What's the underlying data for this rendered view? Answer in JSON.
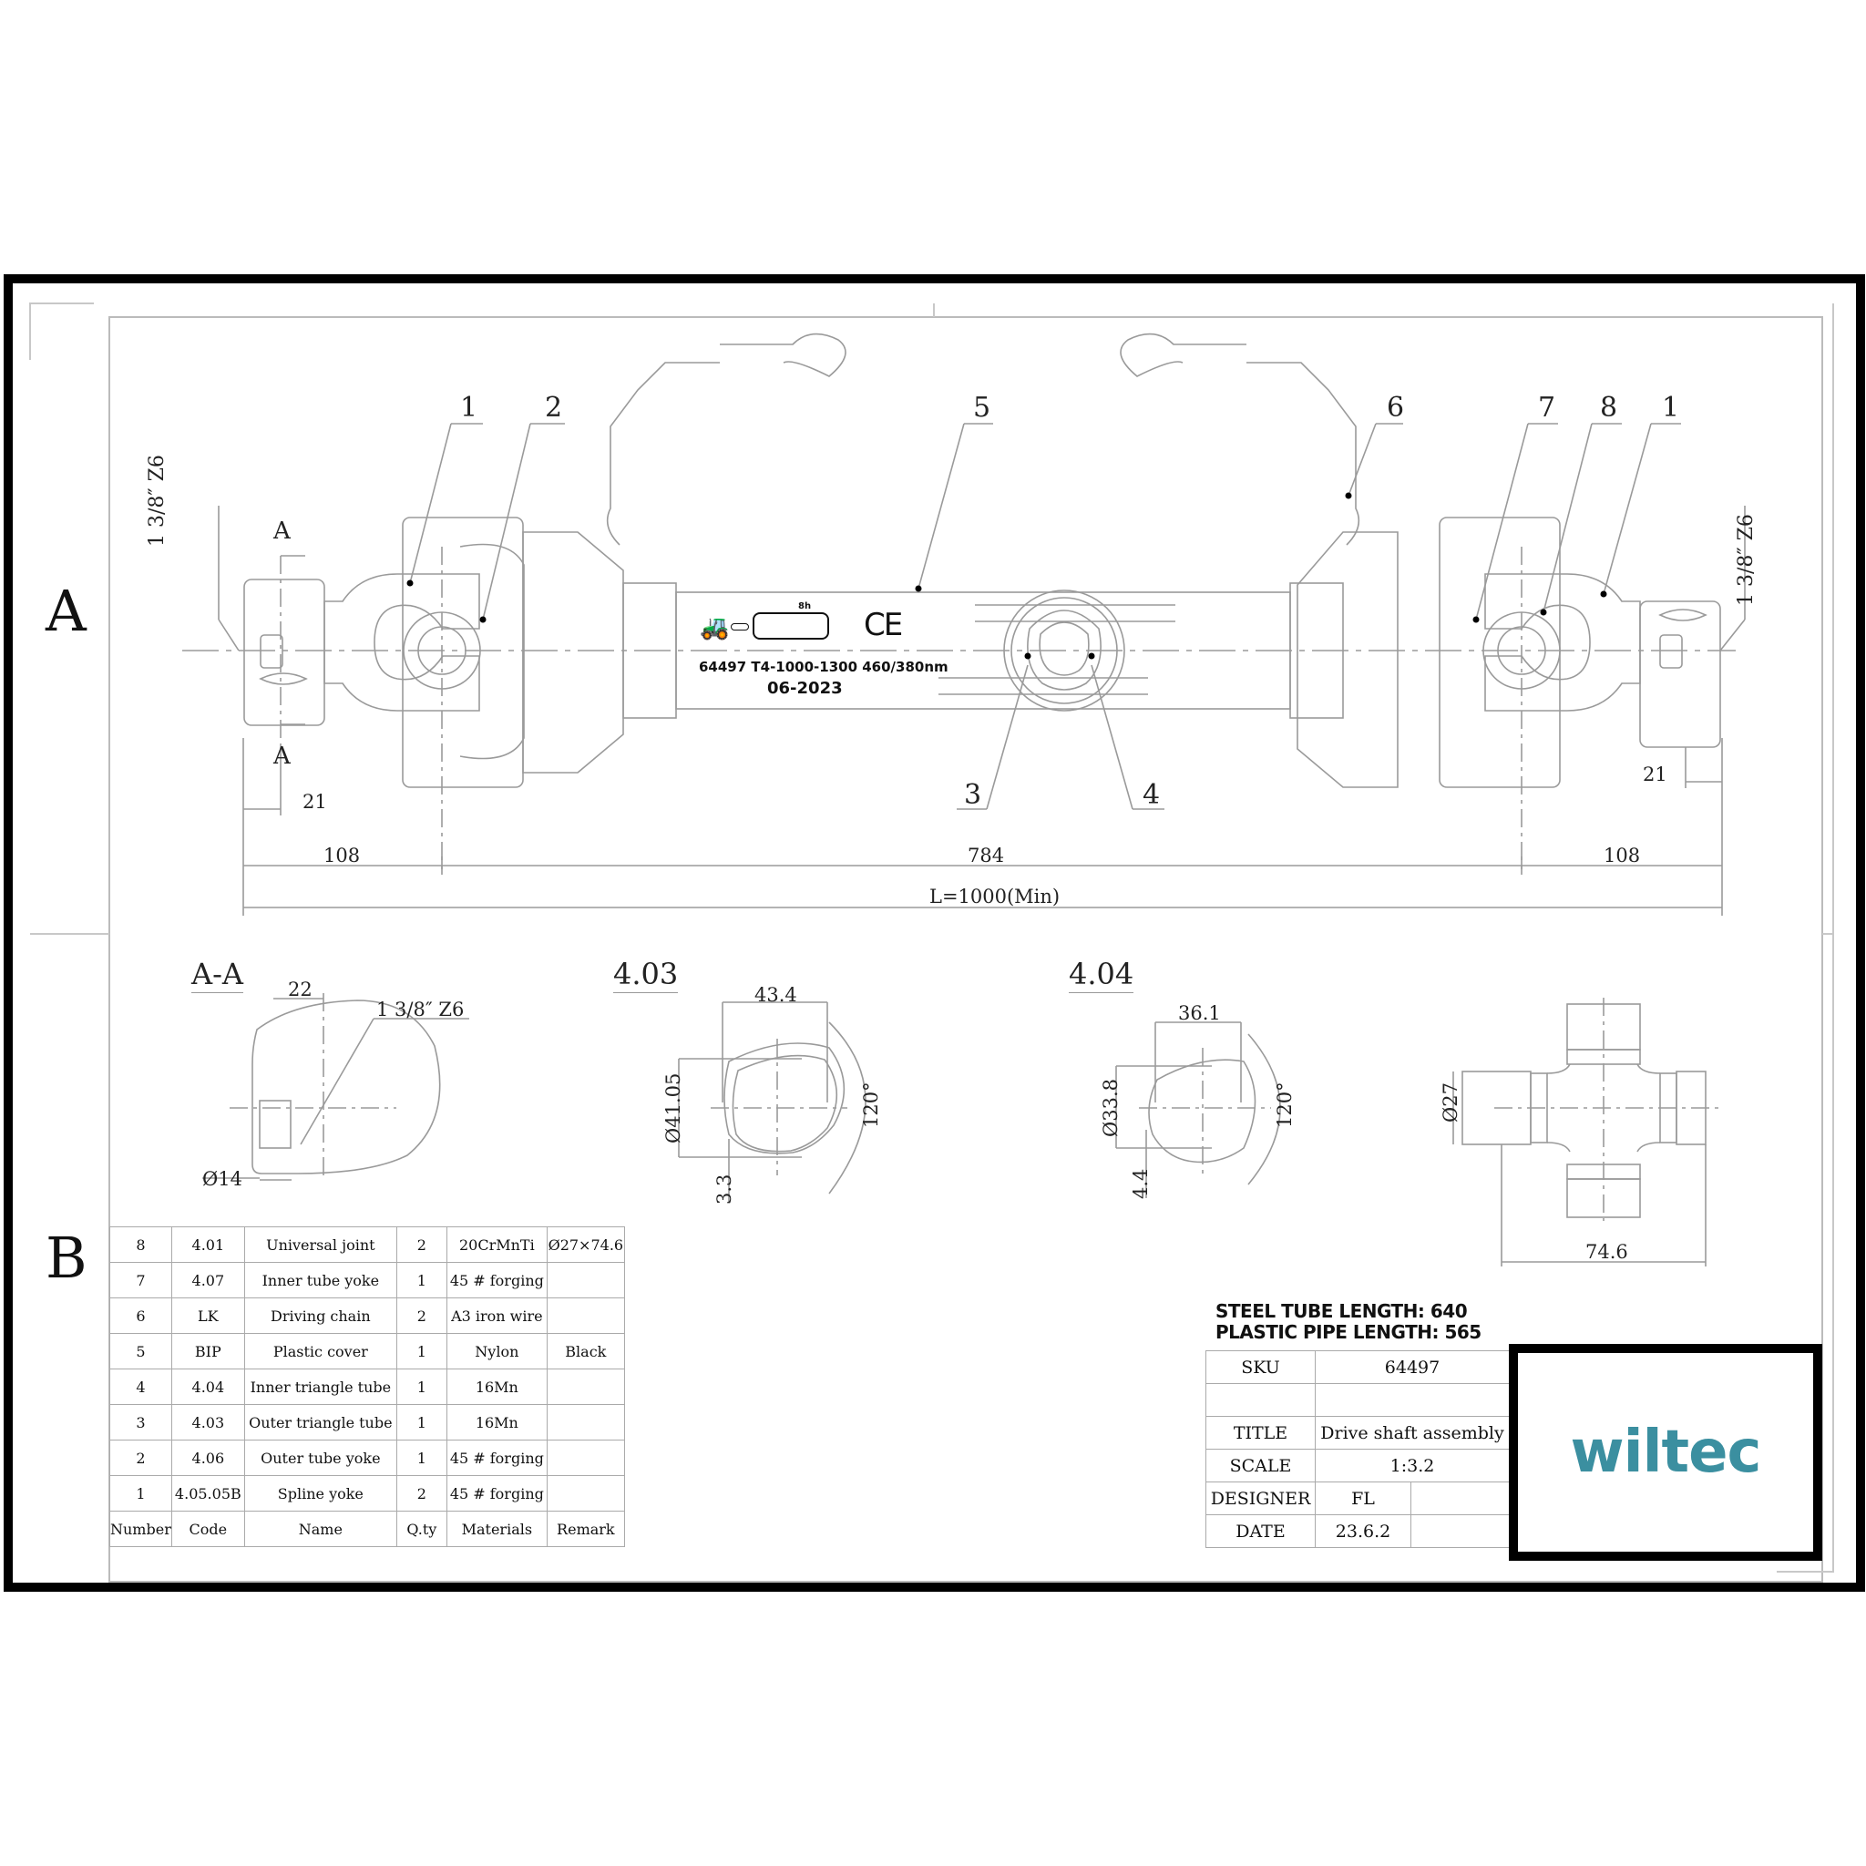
{
  "zones": {
    "top": "A",
    "bottom": "B"
  },
  "main_view": {
    "balloons": [
      "1",
      "2",
      "5",
      "6",
      "7",
      "8",
      "1",
      "3",
      "4"
    ],
    "spline_left": "1 3/8″ Z6",
    "spline_right": "1 3/8″ Z6",
    "section_marker_top": "A",
    "section_marker_bottom": "A",
    "dim_21_left": "21",
    "dim_21_right": "21",
    "dim_108_left": "108",
    "dim_784": "784",
    "dim_108_right": "108",
    "dim_total": "L=1000(Min)",
    "stamp": {
      "duration": "8h",
      "ce_mark": "CE",
      "line1": "64497 T4-1000-1300 460/380nm",
      "line2": "06-2023"
    }
  },
  "details": {
    "aa": {
      "title": "A-A",
      "dim_width": "22",
      "spline": "1 3/8″ Z6",
      "dim_hole": "Ø14"
    },
    "d403": {
      "title": "4.03",
      "width": "43.4",
      "diameter": "Ø41.05",
      "wall": "3.3",
      "angle": "120°"
    },
    "d404": {
      "title": "4.04",
      "width": "36.1",
      "diameter": "Ø33.8",
      "wall": "4.4",
      "angle": "120°"
    },
    "ujoint": {
      "diameter": "Ø27",
      "length": "74.6"
    }
  },
  "bom": {
    "rows": [
      {
        "number": "8",
        "code": "4.01",
        "name": "Universal joint",
        "qty": "2",
        "material": "20CrMnTi",
        "remark": "Ø27×74.6"
      },
      {
        "number": "7",
        "code": "4.07",
        "name": "Inner tube yoke",
        "qty": "1",
        "material": "45 # forging",
        "remark": ""
      },
      {
        "number": "6",
        "code": "LK",
        "name": "Driving chain",
        "qty": "2",
        "material": "A3 iron wire",
        "remark": ""
      },
      {
        "number": "5",
        "code": "BIP",
        "name": "Plastic cover",
        "qty": "1",
        "material": "Nylon",
        "remark": "Black"
      },
      {
        "number": "4",
        "code": "4.04",
        "name": "Inner triangle tube",
        "qty": "1",
        "material": "16Mn",
        "remark": ""
      },
      {
        "number": "3",
        "code": "4.03",
        "name": "Outer triangle tube",
        "qty": "1",
        "material": "16Mn",
        "remark": ""
      },
      {
        "number": "2",
        "code": "4.06",
        "name": "Outer tube yoke",
        "qty": "1",
        "material": "45 # forging",
        "remark": ""
      },
      {
        "number": "1",
        "code": "4.05.05B",
        "name": "Spline yoke",
        "qty": "2",
        "material": "45 # forging",
        "remark": ""
      }
    ],
    "header": {
      "number": "Number",
      "code": "Code",
      "name": "Name",
      "qty": "Q.ty",
      "material": "Materials",
      "remark": "Remark"
    }
  },
  "notes": {
    "steel_tube": "STEEL TUBE LENGTH: 640",
    "plastic_pipe": "PLASTIC PIPE LENGTH: 565"
  },
  "title_block": {
    "sku_label": "SKU",
    "sku": "64497",
    "title_label": "TITLE",
    "title": "Drive shaft assembly",
    "scale_label": "SCALE",
    "scale": "1:3.2",
    "designer_label": "DESIGNER",
    "designer": "FL",
    "date_label": "DATE",
    "date": "23.6.2"
  },
  "logo": {
    "text": "wiltec",
    "color": "#3b8fa0"
  }
}
